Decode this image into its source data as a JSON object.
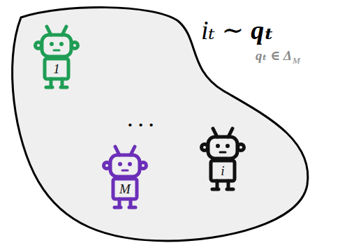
{
  "diagram": {
    "nodes": [
      {
        "text": [
          "1"
        ]
      },
      {
        "text": [
          "i"
        ]
      },
      {
        "text": [
          "M"
        ]
      }
    ],
    "labels": [
      "iₜ ∼",
      "qₜ",
      "qₜ ∈ Δ",
      "M",
      "· · ·"
    ]
  }
}
